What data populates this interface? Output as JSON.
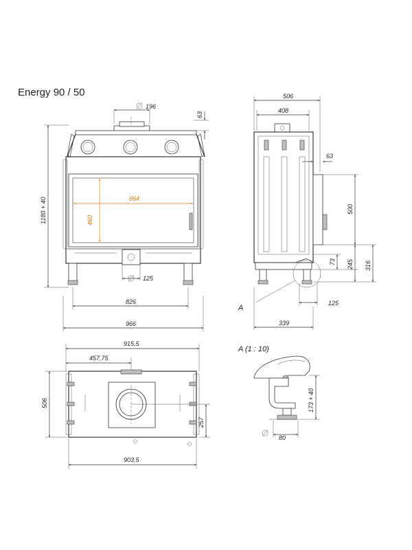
{
  "title": "Energy 90 / 50",
  "front_view": {
    "flue_dia": "196",
    "top_height": "63",
    "total_height": "1180 + 40",
    "glass_width": "864",
    "glass_height": "460",
    "air_dia": "125",
    "leg_span": "826",
    "total_width": "966"
  },
  "side_view": {
    "total_depth": "506",
    "top_depth": "408",
    "door_offset": "63",
    "door_height": "500",
    "inlet_height": "73",
    "base_height": "245",
    "axis_height": "316",
    "air_dia": "125",
    "axis_depth": "339",
    "detail_ref": "A"
  },
  "top_view": {
    "overall_width": "915,5",
    "flue_offset": "457,75",
    "depth": "506",
    "flue_depth": "257",
    "base_width": "903,5"
  },
  "detail_a": {
    "title": "A (1 : 10)",
    "height": "173 + 40",
    "foot_dia": "80"
  }
}
